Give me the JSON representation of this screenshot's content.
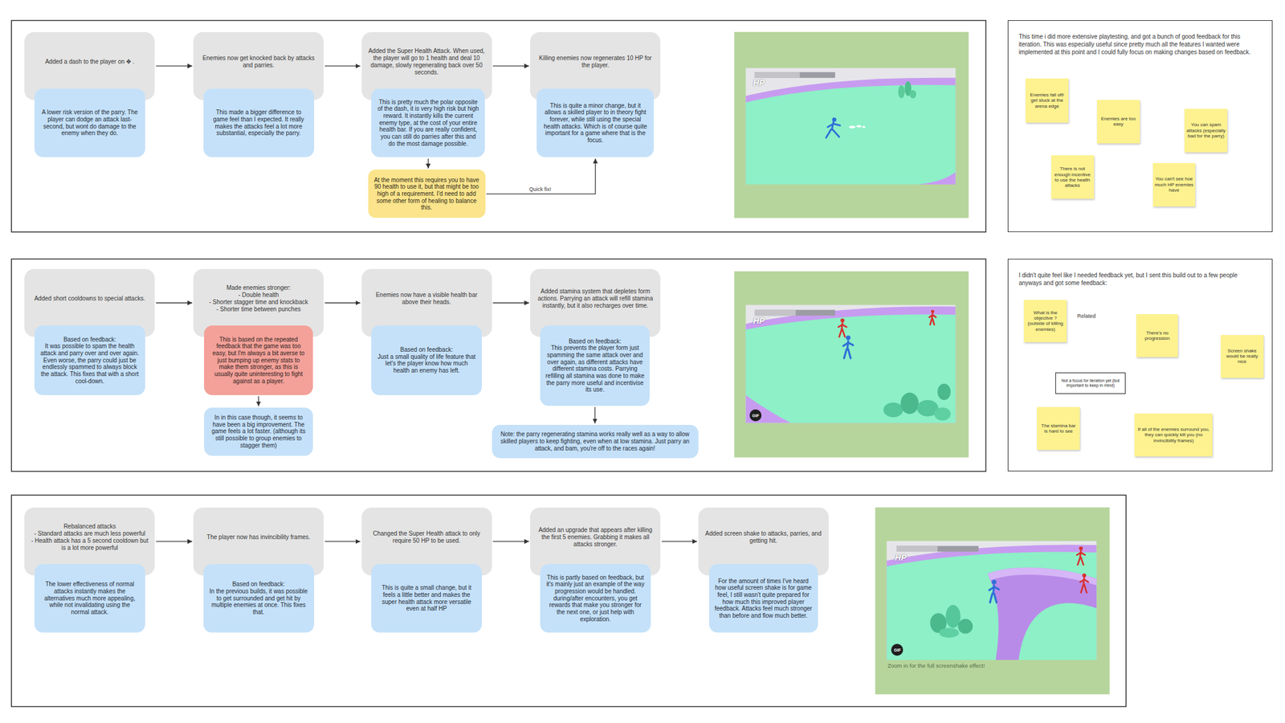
{
  "diagram": {
    "nodes": [
      {
        "text": [
          "Added a dash to the player on ✥ ."
        ]
      },
      {
        "text": [
          "A lower risk version of the parry. The player can dodge an attack last-second, but wont do damage to the enemy when they do."
        ]
      },
      {
        "text": [
          "Enemies now get knocked back by attacks and parries."
        ]
      },
      {
        "text": [
          "This made a bigger difference to game feel than I expected. It really makes the attacks feel a lot more substantial, especially the parry."
        ]
      },
      {
        "text": [
          "Added the Super Health Attack. When used, the player will go to 1 health and deal 10 damage, slowly regenerating back over 50 seconds."
        ]
      },
      {
        "text": [
          "This is pretty much the polar opposite of the dash, it is very high risk but high reward. It instantly kills the current enemy type, at the cost of your entire health bar. If you are really confident, you can still do parries after this and do the most damage possible."
        ]
      },
      {
        "text": [
          "At the moment this requires you to have 90 health to use it, but that might be too high of a requirement. I'd need to add some other form of healing to balance this."
        ]
      },
      {
        "text": [
          "Killing enemies now regenerates 10 HP for the player."
        ]
      },
      {
        "text": [
          "This is quite a minor change, but it allows a skilled player to in theory fight forever, while still using the special health attacks. Which is of course quite important for a game where that is the focus."
        ]
      },
      {
        "text": [
          "This time i did more extensive playtesting, and got a bunch of good feedback for this iteration. This was especially useful since pretty much all the features I wanted were implemented at this point and I could fully focus on making changes based on feedback."
        ]
      },
      {
        "text": [
          "Enemies fall off/ get stuck at the arena edge"
        ],
        "in": 9
      },
      {
        "text": [
          "Enemies are too easy"
        ],
        "in": 9
      },
      {
        "text": [
          "You can spam attacks (especially bad for the parry)"
        ],
        "in": 9
      },
      {
        "text": [
          "There is not enough incentive to use the health attacks"
        ],
        "in": 9
      },
      {
        "text": [
          "You can't see hoe much HP enemies have"
        ],
        "in": 9
      },
      {
        "text": [
          "Added short cooldowns to special attacks."
        ]
      },
      {
        "text": [
          "Based on feedback:",
          "It was possible to spam the health attack and parry over and over again. Even worse, the parry could just be endlessly spammed to always block the attack. This fixes that with a short cool-down."
        ]
      },
      {
        "text": [
          "Made enemies stronger:",
          "- Double health",
          "- Shorter stagger time and knockback",
          "- Shorter time between punches"
        ]
      },
      {
        "text": [
          "This is based on the repeated feedback that the game was too easy, but I'm always a bit averse to just bumping up enemy stats to make them stronger, as this is usually quite uninteresting to fight against as a player."
        ]
      },
      {
        "text": [
          "In in this case though, it seems to have been a big improvement. The game feels a lot faster. (although its still possible to group enemies to stagger them)"
        ]
      },
      {
        "text": [
          "Enemies now have a visible health bar above their heads."
        ]
      },
      {
        "text": [
          "Based on feedback:",
          "Just a small quality of life feature that let's the player know how much health an enemy has left."
        ]
      },
      {
        "text": [
          "Added stamina system that depletes form actions. Parrying an attack will refill stamina instantly, but it also recharges over time."
        ]
      },
      {
        "text": [
          "Based on feedback:",
          "This prevents the player form just spamming the same attack over and over again, as different attacks have different stamina costs. Parrying refilling all stamina was done to make the parry more useful and incentivise its use."
        ]
      },
      {
        "text": [
          "Note: the parry regenerating stamina works really well as a way to allow skilled players to keep fighting, even when at low stamina. Just parry an attack, and bam, you're off to the races again!"
        ]
      },
      {
        "text": [
          "I didn't quite feel like I needed feedback yet, but I sent this build out to a few people anyways and got some feedback:"
        ]
      },
      {
        "text": [
          "What is the objective ? (outside of killing enemies)"
        ],
        "in": 25
      },
      {
        "text": [
          "There's no progression"
        ],
        "in": 25
      },
      {
        "text": [
          "Screen shake would be really nice"
        ],
        "in": 25
      },
      {
        "text": [
          "Not a focus for iteration yet (but important to keep in mind)"
        ],
        "in": 25
      },
      {
        "text": [
          "The stamina bar is hard to see"
        ],
        "in": 25
      },
      {
        "text": [
          "If all of the enemies surround you, they can quickly kill you (no invincibility frames)"
        ],
        "in": 25
      },
      {
        "text": [
          "Rebalanced attacks",
          "- Standard attacks are much less powerful",
          "- Health attack has a 5 second cooldown but is a lot more powerful"
        ]
      },
      {
        "text": [
          "The lower effectiveness of normal attacks instantly makes the alternatives much more appealing, while not invalidating using the normal attack."
        ]
      },
      {
        "text": [
          "The player now has invincibility frames."
        ]
      },
      {
        "text": [
          "Based on feedback:",
          "In the previous builds, it was possible to get surrounded and get hit by multiple enemies at once. This fixes that."
        ]
      },
      {
        "text": [
          "Changed the Super Health attack to only require 50 HP to be used."
        ]
      },
      {
        "text": [
          "This is quite a small change, but it feels a little better and makes the super health attack more versatile even at half HP"
        ]
      },
      {
        "text": [
          "Added an upgrade that appears after killing the first 5 enemies. Grabbing it makes all attacks stronger."
        ]
      },
      {
        "text": [
          "This is partly based on feedback, but it's mainly just an example of the way progression would be handled. during/after encounters, you get rewards that make you stronger for the next one, or just help with exploration."
        ]
      },
      {
        "text": [
          "Added screen shake to attacks, parries, and getting hit."
        ]
      },
      {
        "text": [
          "For the amount of times I've heard how useful screen shake is for game feel, I still wasn't quite prepared for how much this improved player feedback. Attacks feel much stronger than before and flow much better."
        ]
      }
    ],
    "edges": [
      {
        "from": 0,
        "to": 2,
        "arrow": "to"
      },
      {
        "from": 2,
        "to": 4,
        "arrow": "to"
      },
      {
        "from": 4,
        "to": 7,
        "arrow": "to"
      },
      {
        "from": 5,
        "to": 6,
        "arrow": "to"
      },
      {
        "from": 6,
        "to": 8,
        "label": "Quick fix!",
        "arrow": "to"
      },
      {
        "from": 15,
        "to": 17,
        "arrow": "to"
      },
      {
        "from": 17,
        "to": 20,
        "arrow": "to"
      },
      {
        "from": 20,
        "to": 22,
        "arrow": "to"
      },
      {
        "from": 18,
        "to": 19,
        "arrow": "to"
      },
      {
        "from": 23,
        "to": 24,
        "arrow": "to"
      },
      {
        "from": 26,
        "to": 27,
        "label": "Related",
        "arrow": "both"
      },
      {
        "from": 26,
        "to": 29,
        "arrow": "to"
      },
      {
        "from": 27,
        "to": 29,
        "arrow": "to"
      },
      {
        "from": 32,
        "to": 34,
        "arrow": "to"
      },
      {
        "from": 34,
        "to": 36,
        "arrow": "to"
      },
      {
        "from": 36,
        "to": 38,
        "arrow": "to"
      },
      {
        "from": 38,
        "to": 40,
        "arrow": "to"
      }
    ],
    "labels": [
      "HP",
      "HP",
      "GIF",
      "HP",
      "GIF",
      "Zoom in for the full screenshake effect!"
    ]
  }
}
